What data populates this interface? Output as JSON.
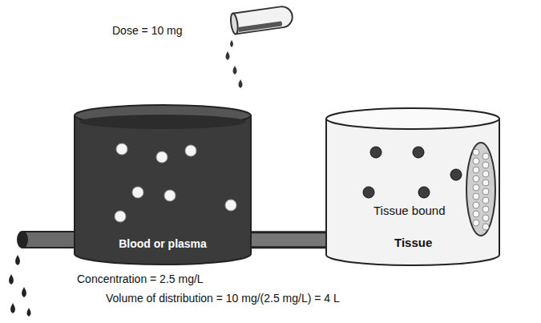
{
  "diagram": {
    "nodes": [
      {
        "text": [
          "Blood or plasma"
        ]
      },
      {
        "text": [
          "Tissue bound",
          "Tissue"
        ]
      }
    ],
    "edges": [
      {
        "from": 0,
        "to": 1,
        "arrow": "none"
      }
    ],
    "labels": [
      "Dose = 10 mg",
      "Concentration = 2.5 mg/L",
      "Volume of distribution = 10 mg/(2.5 mg/L) = 4 L"
    ]
  }
}
